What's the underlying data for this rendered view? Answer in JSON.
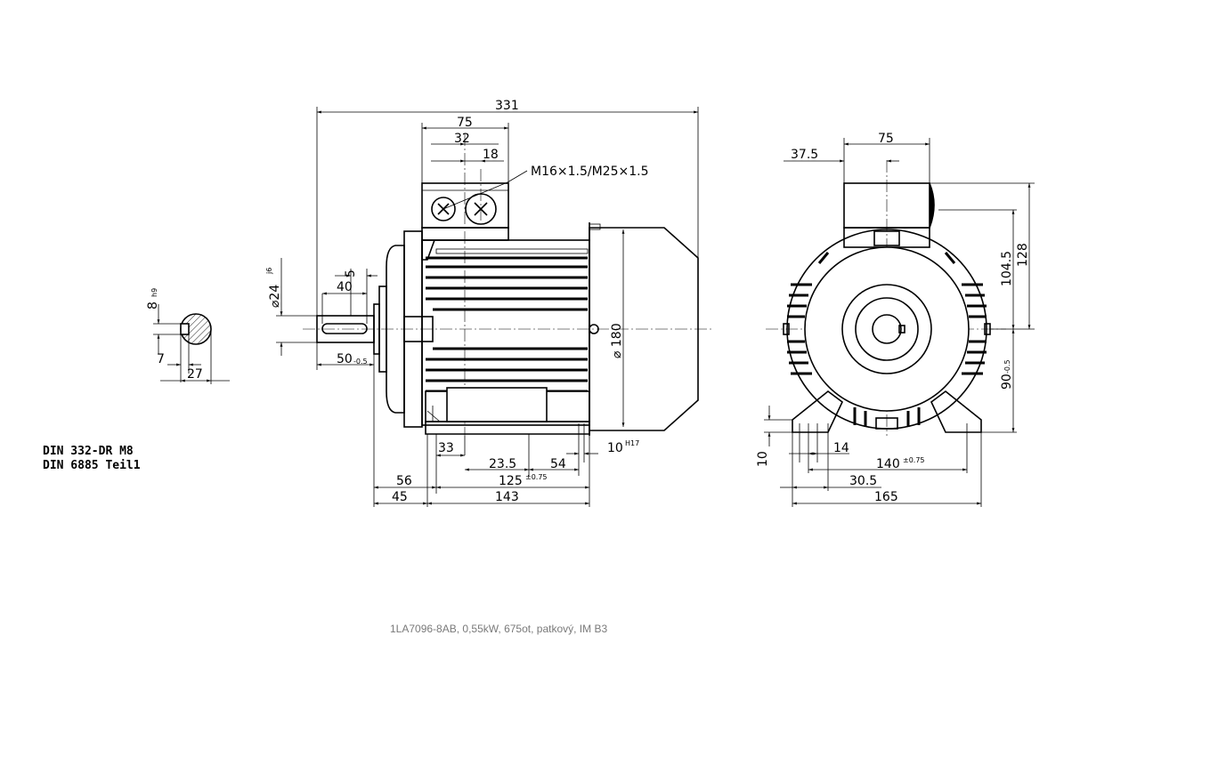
{
  "caption": "1LA7096-8AB,  0,55kW, 675ot, patkový, IM B3",
  "notes": {
    "line1": "DIN 332-DR M8",
    "line2": "DIN 6885 Teil1"
  },
  "thread_callout": "M16×1.5/M25×1.5",
  "side_view": {
    "overall_length": "331",
    "box_width": "75",
    "box_32": "32",
    "box_18": "18",
    "shaft_key_5": "5",
    "shaft_40": "40",
    "shaft_len": "50",
    "shaft_len_tol": "-0.5",
    "shaft_dia": "⌀24",
    "shaft_dia_tol": "j6",
    "body_dia": "⌀ 180",
    "d33": "33",
    "d23_5": "23.5",
    "d54": "54",
    "d10": "10",
    "d10_tol": "H17",
    "d56": "56",
    "d125": "125",
    "d125_tol": "±0.75",
    "d45": "45",
    "d143": "143"
  },
  "front_view": {
    "top_75": "75",
    "top_37_5": "37.5",
    "h104_5": "104.5",
    "h128": "128",
    "h90": "90",
    "h90_tol": "-0.5",
    "foot_10": "10",
    "foot_14": "14",
    "foot_140": "140",
    "foot_140_tol": "±0.75",
    "foot_30_5": "30.5",
    "foot_165": "165"
  },
  "key_section": {
    "key_8": "8",
    "key_8_tol": "h9",
    "key_7": "7",
    "key_27": "27"
  }
}
